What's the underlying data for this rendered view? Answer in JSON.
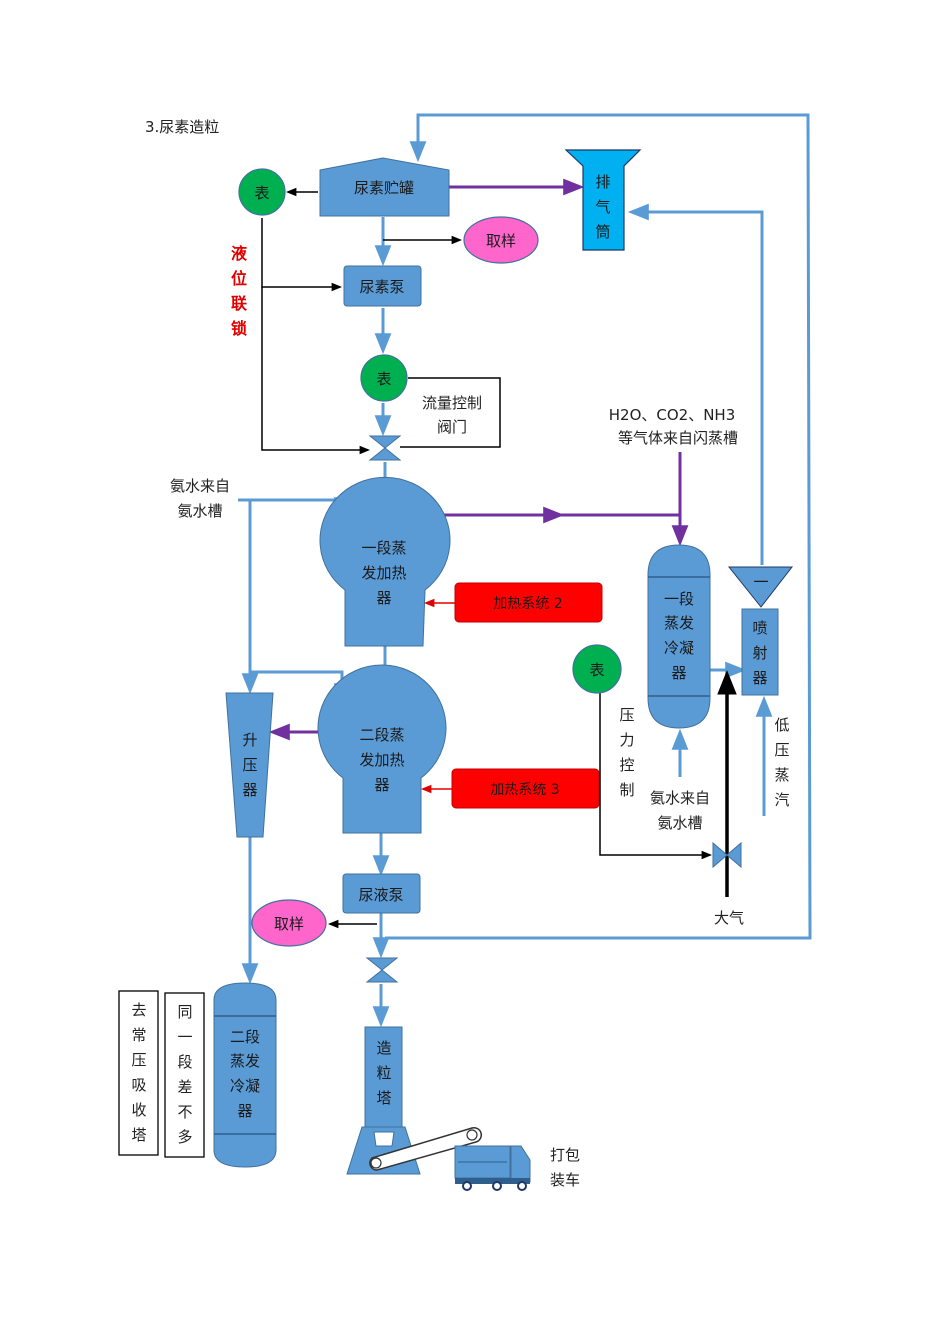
{
  "section_title": "3.尿素造粒",
  "equipment": {
    "storage_tank": "尿素贮罐",
    "exhaust": [
      "排",
      "气",
      "筒"
    ],
    "pump1": "尿素泵",
    "pump2": "尿液泵",
    "evap1": [
      "一段蒸",
      "发加热",
      "器"
    ],
    "evap2": [
      "二段蒸",
      "发加热",
      "器"
    ],
    "cond1": [
      "一段",
      "蒸发",
      "冷凝",
      "器"
    ],
    "cond2": [
      "二段",
      "蒸发",
      "冷凝",
      "器"
    ],
    "ejector_top": "一",
    "ejector": [
      "喷",
      "射",
      "器"
    ],
    "booster": [
      "升",
      "压",
      "器"
    ],
    "prilling_tower": [
      "造",
      "粒",
      "塔"
    ]
  },
  "instruments": {
    "gauge": "表",
    "sample": "取样",
    "heating2": "加热系统 2",
    "heating3": "加热系统 3"
  },
  "labels": {
    "level_interlock": [
      "液",
      "位",
      "联",
      "锁"
    ],
    "flow_valve": [
      "流量控制",
      "阀门"
    ],
    "gases": [
      "H2O、CO2、NH3",
      "等气体来自闪蒸槽"
    ],
    "ammonia_in": [
      "氨水来自",
      "氨水槽"
    ],
    "ammonia_in2": [
      "氨水来自",
      "氨水槽"
    ],
    "pressure_ctrl": [
      "压",
      "力",
      "控",
      "制"
    ],
    "low_steam": [
      "低",
      "压",
      "蒸",
      "汽"
    ],
    "atmosphere": "大气",
    "pack": [
      "打包",
      "装车"
    ],
    "to_absorber": [
      "去",
      "常",
      "压",
      "吸",
      "收",
      "塔"
    ],
    "same_as": [
      "同",
      "一",
      "段",
      "差",
      "不",
      "多"
    ]
  },
  "colors": {
    "equipment": "#5b9bd5",
    "flow_line": "#5b9bd5",
    "gas_line": "#7030a0",
    "signal_line": "#000000",
    "gauge": "#00b050",
    "sample": "#ff66cc",
    "heater": "#ff0000",
    "exhaust": "#00b0f0"
  }
}
